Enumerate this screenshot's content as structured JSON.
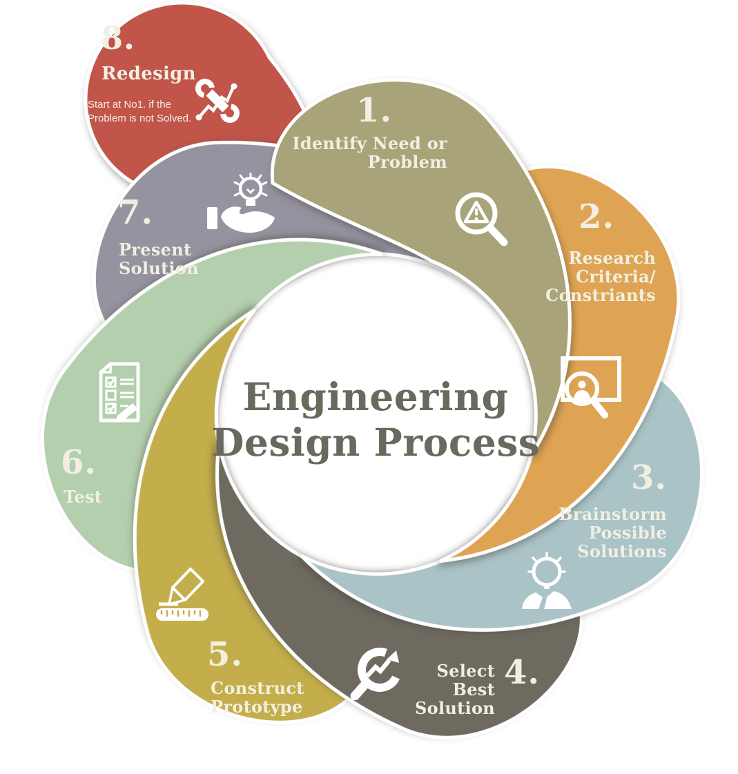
{
  "center": {
    "title_line1": "Engineering",
    "title_line2": "Design Process",
    "title_color": "#6b695d"
  },
  "label_text_color": "#f2efe2",
  "steps": [
    {
      "number": "1.",
      "label_lines": [
        "Identify Need or",
        "Problem"
      ],
      "color": "#a8a379",
      "icon": "magnifier-warning-icon"
    },
    {
      "number": "2.",
      "label_lines": [
        "Research",
        "Criteria/",
        "Constriants"
      ],
      "color": "#dfa453",
      "icon": "screen-search-icon"
    },
    {
      "number": "3.",
      "label_lines": [
        "Brainstorm",
        "Possible",
        "Solutions"
      ],
      "color": "#aac3c6",
      "icon": "idea-person-icon"
    },
    {
      "number": "4.",
      "label_lines": [
        "Select",
        "Best",
        "Solution"
      ],
      "color": "#6e6b60",
      "icon": "magnifier-trend-icon"
    },
    {
      "number": "5.",
      "label_lines": [
        "Construct",
        "Prototype"
      ],
      "color": "#c3ae4b",
      "icon": "ruler-pencil-icon"
    },
    {
      "number": "6.",
      "label_lines": [
        "Test"
      ],
      "color": "#b3cfad",
      "icon": "checklist-pencil-icon"
    },
    {
      "number": "7.",
      "label_lines": [
        "Present",
        "Solution"
      ],
      "color": "#95939f",
      "icon": "hand-bulb-icon"
    },
    {
      "number": "8.",
      "label_lines": [
        "Redesign"
      ],
      "note_lines": [
        "Start at No1. if the",
        "Problem is not Solved."
      ],
      "color": "#c15448",
      "icon": "crossed-tools-icon"
    }
  ]
}
